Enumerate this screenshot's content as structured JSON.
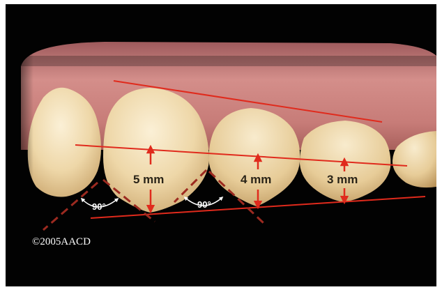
{
  "measurements": [
    {
      "label": "5 mm"
    },
    {
      "label": "4 mm"
    },
    {
      "label": "3 mm"
    }
  ],
  "angles": [
    {
      "label": "90°"
    },
    {
      "label": "90°"
    }
  ],
  "copyright": "©2005AACD",
  "colors": {
    "background": "#020202",
    "gingiva": "#c97f7d",
    "tooth": "#ead4a6",
    "guide_line": "#e02a1c",
    "dashed_line": "#9c2a20",
    "arrow": "#e02a1c"
  },
  "icons": [
    "up-down-arrow-icon",
    "curved-double-arrow-icon"
  ]
}
